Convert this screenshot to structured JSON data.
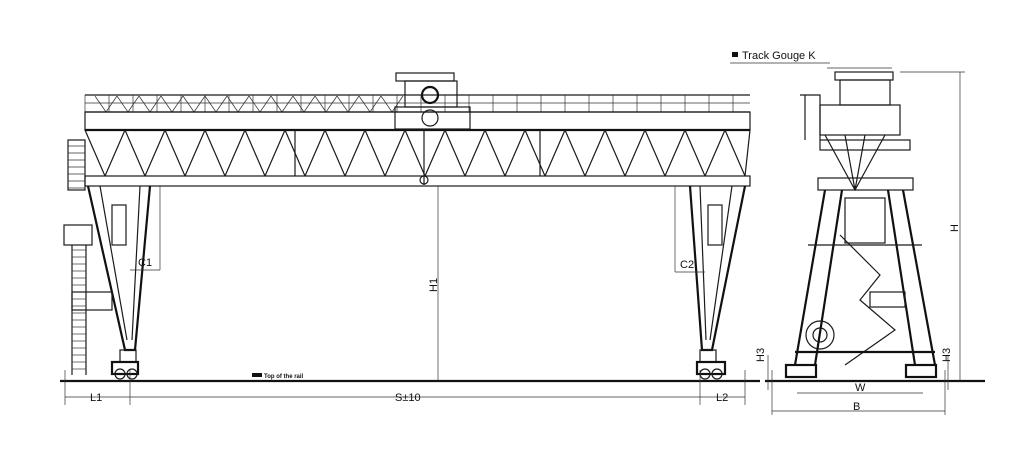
{
  "title": "Gantry crane general arrangement drawing",
  "labels": {
    "track_gauge": "Track Gouge K",
    "top_of_rail": "Top of the rail",
    "c1": "C1",
    "c2": "C2",
    "h1": "H1",
    "h": "H",
    "h3_left": "H3",
    "h3_right": "H3",
    "l1": "L1",
    "l2": "L2",
    "span": "S±10",
    "w": "W",
    "b": "B"
  },
  "colors": {
    "line": "#111111",
    "background": "#ffffff"
  }
}
